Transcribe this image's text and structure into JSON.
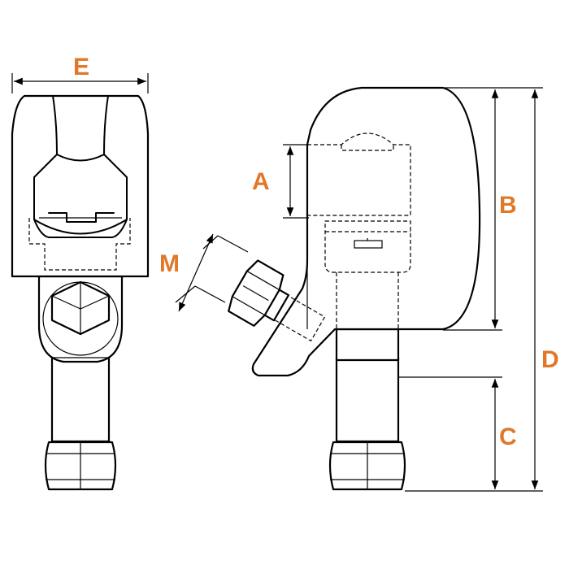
{
  "diagram": {
    "label_color": "#e0782a",
    "line_color": "#000000",
    "dimension_labels": {
      "a": "A",
      "b": "B",
      "c": "C",
      "d": "D",
      "e": "E",
      "m": "M"
    }
  }
}
